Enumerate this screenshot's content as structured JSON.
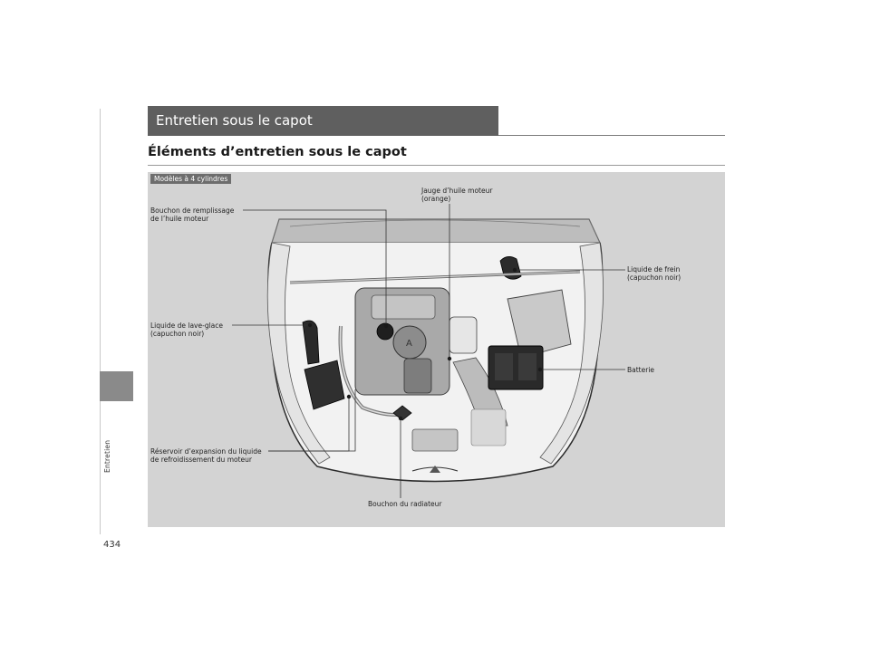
{
  "page": {
    "number": "434",
    "side_tab_label": "Entretien"
  },
  "header": {
    "section_title": "Entretien sous le capot",
    "subtitle": "Éléments d’entretien sous le capot"
  },
  "illustration": {
    "model_badge": "Modèles à 4 cylindres",
    "callouts": {
      "oil_filler": "Bouchon de remplissage\nde l’huile moteur",
      "dipstick": "Jauge d’huile moteur\n(orange)",
      "brake_fluid": "Liquide de frein\n(capuchon noir)",
      "washer_fluid": "Liquide de lave-glace\n(capuchon noir)",
      "battery": "Batterie",
      "coolant_reservoir": "Réservoir d’expansion du liquide\nde refroidissement du moteur",
      "radiator_cap": "Bouchon du radiateur"
    }
  },
  "colors": {
    "header_bg": "#5f5f5f",
    "side_tab": "#8a8a8a",
    "illustration_bg": "#d3d3d3"
  }
}
